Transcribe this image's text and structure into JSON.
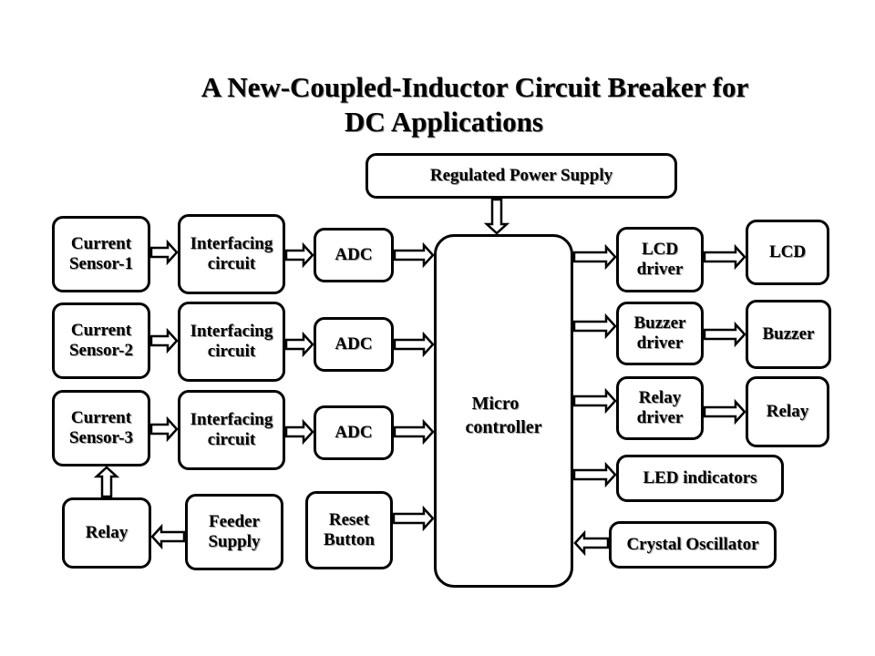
{
  "title": {
    "line1": "A New-Coupled-Inductor Circuit Breaker for",
    "line2": "DC Applications"
  },
  "blocks": {
    "power_supply": "Regulated Power Supply",
    "sensor1": [
      "Current",
      "Sensor-1"
    ],
    "sensor2": [
      "Current",
      "Sensor-2"
    ],
    "sensor3": [
      "Current",
      "Sensor-3"
    ],
    "interfacing1": [
      "Interfacing",
      "circuit"
    ],
    "interfacing2": [
      "Interfacing",
      "circuit"
    ],
    "interfacing3": [
      "Interfacing",
      "circuit"
    ],
    "adc1": "ADC",
    "adc2": "ADC",
    "adc3": "ADC",
    "microcontroller": [
      "Micro",
      "controller"
    ],
    "lcd_driver": [
      "LCD",
      "driver"
    ],
    "buzzer_driver": [
      "Buzzer",
      "driver"
    ],
    "relay_driver": [
      "Relay",
      "driver"
    ],
    "lcd": "LCD",
    "buzzer": "Buzzer",
    "relay_out": "Relay",
    "led_indicators": "LED indicators",
    "crystal_oscillator": "Crystal Oscillator",
    "relay_in": "Relay",
    "feeder_supply": [
      "Feeder",
      "Supply"
    ],
    "reset_button": [
      "Reset",
      "Button"
    ]
  },
  "colors": {
    "stroke": "#000000",
    "background": "#ffffff"
  }
}
